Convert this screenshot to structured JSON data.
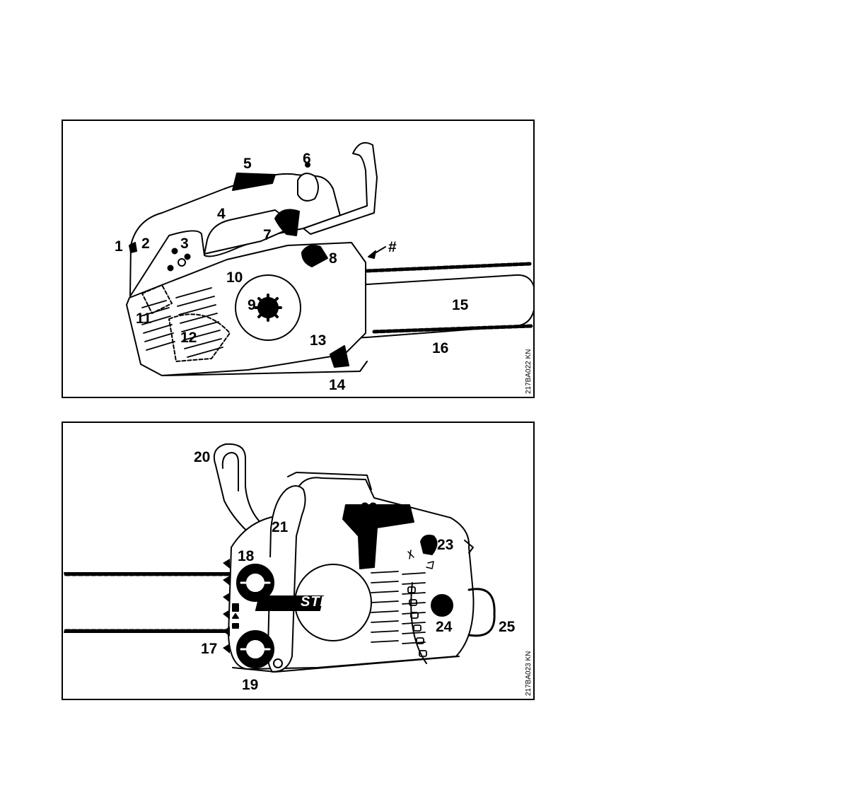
{
  "figure_top": {
    "code": "217BA022 KN",
    "callouts": {
      "c1": "1",
      "c2": "2",
      "c3": "3",
      "c4": "4",
      "c5": "5",
      "c6": "6",
      "c7": "7",
      "c8": "8",
      "c9": "9",
      "c10": "10",
      "c11": "11",
      "c12": "12",
      "c13": "13",
      "c14": "14",
      "c15": "15",
      "c16": "16",
      "hash": "#"
    }
  },
  "figure_bottom": {
    "code": "217BA023 KN",
    "brand": "STIHL",
    "callouts": {
      "c17": "17",
      "c18": "18",
      "c19": "19",
      "c20": "20",
      "c21": "21",
      "c22": "22",
      "c23": "23",
      "c24": "24",
      "c25": "25"
    }
  }
}
